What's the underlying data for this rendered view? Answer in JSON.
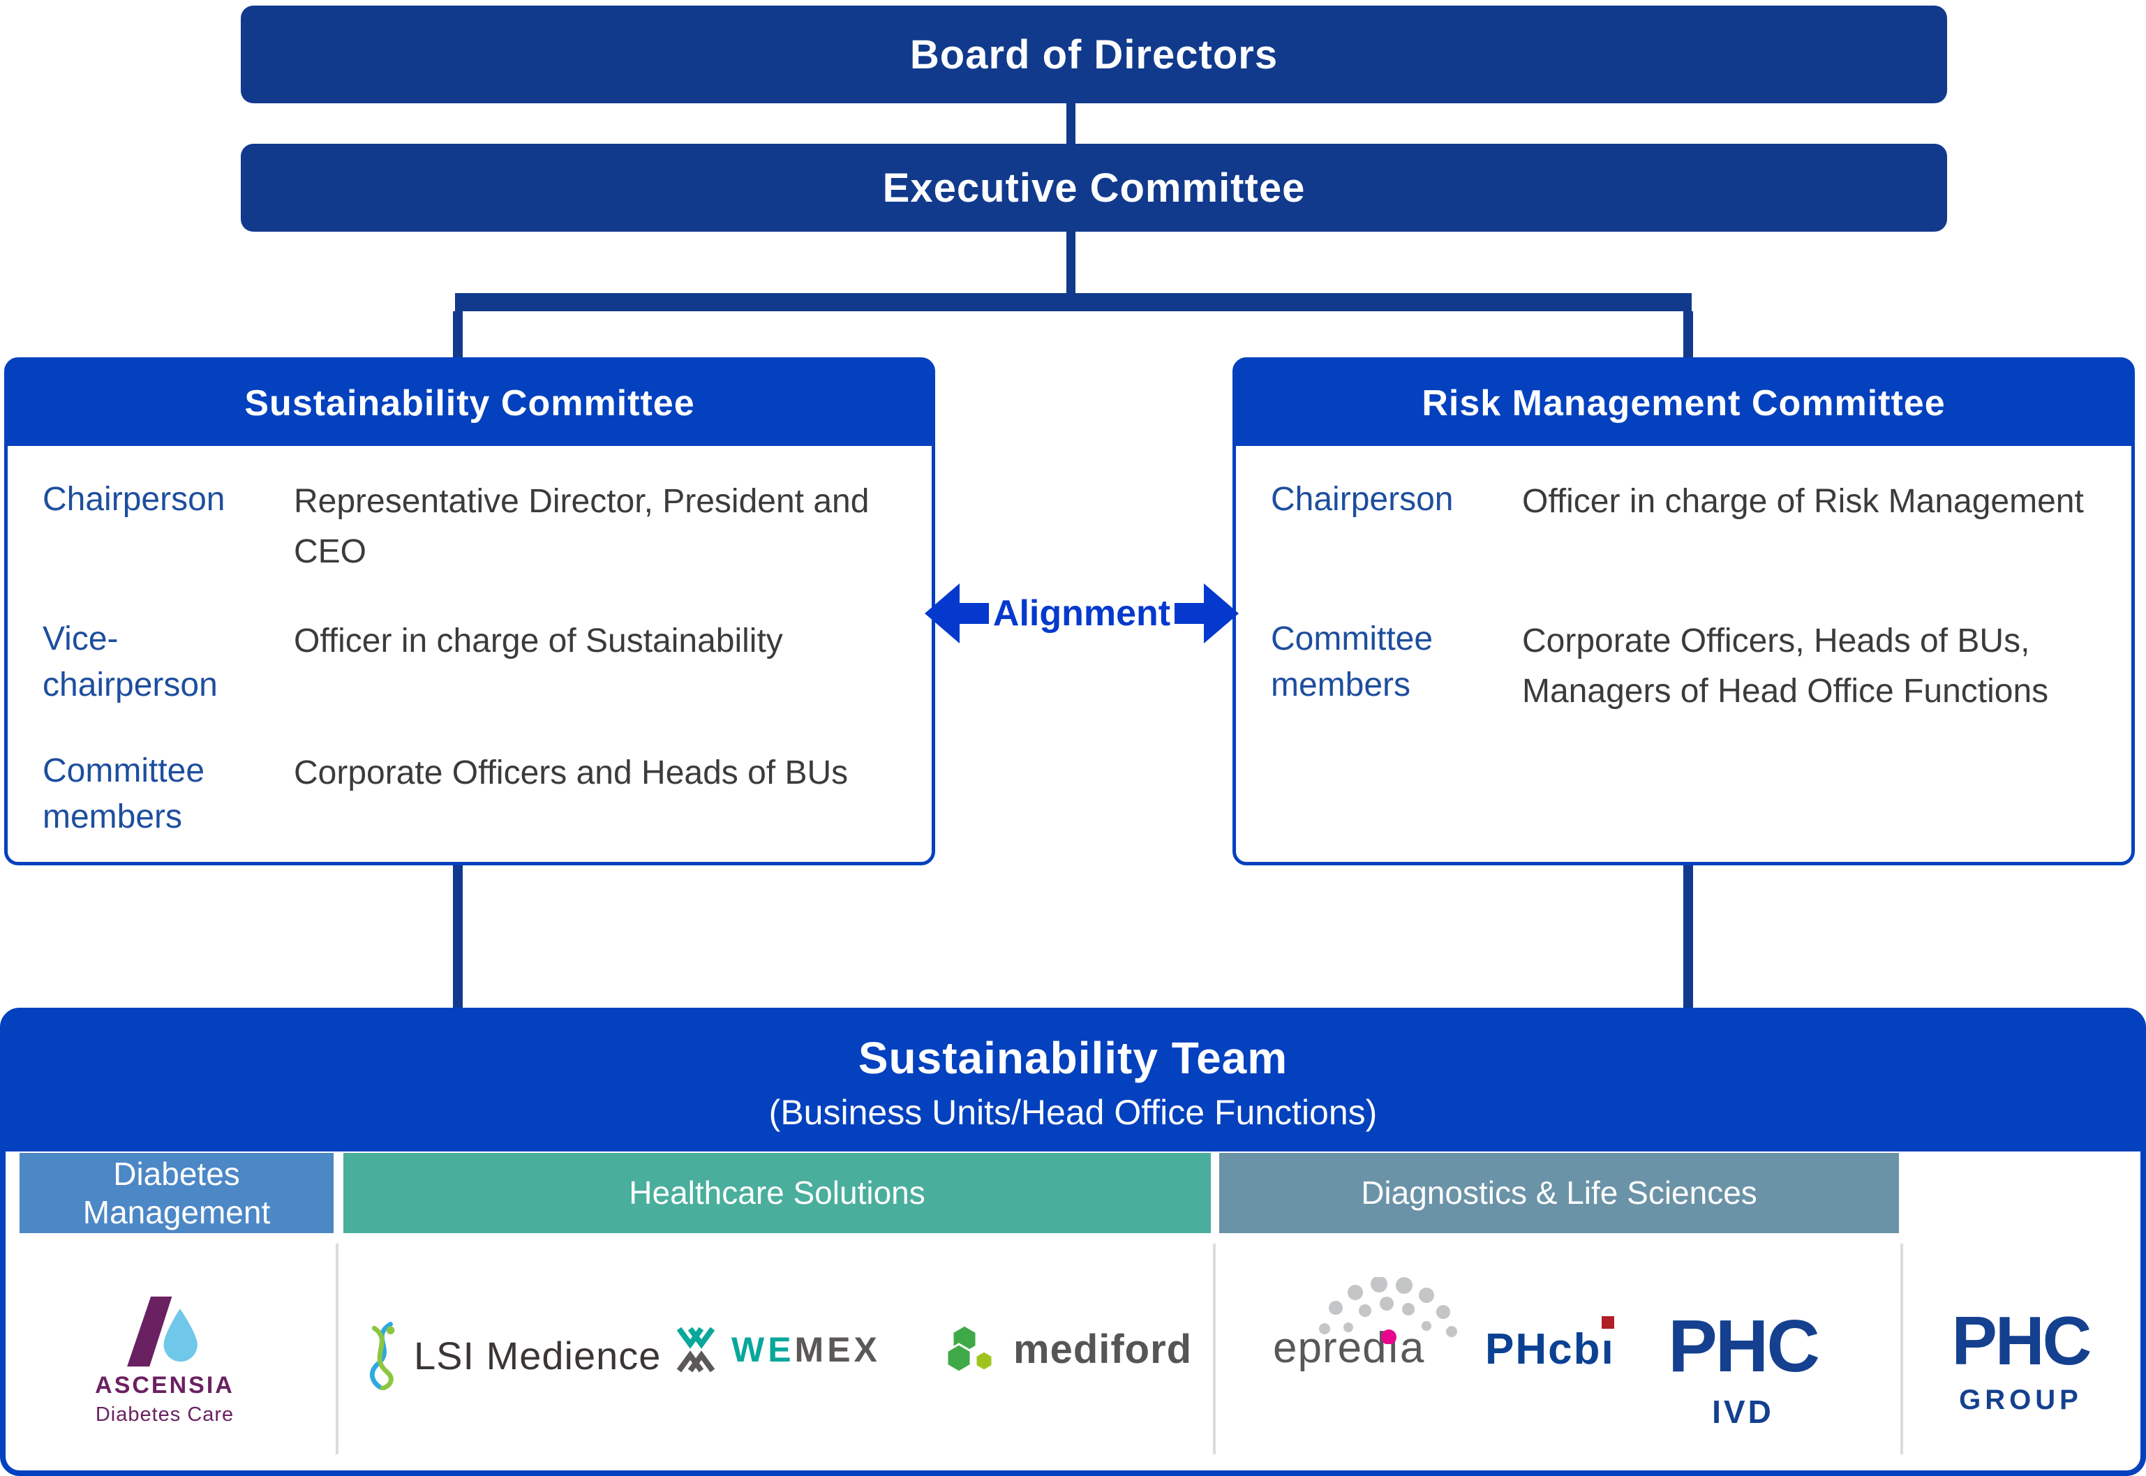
{
  "colors": {
    "navy_bar": "#113A8C",
    "committee_blue": "#0441BE",
    "arrow_blue": "#0539CE",
    "label_blue": "#1D4E9E",
    "body_text": "#3B3B3B",
    "diabetes_bg": "#4C87C6",
    "healthcare_bg": "#4AAE9C",
    "diagnostics_bg": "#6B93A7",
    "ascensia_purple": "#6A2161",
    "ascensia_drop_blue": "#6FC7E9",
    "wemex_teal": "#0AA79B",
    "mediford_green": "#3FA948",
    "epredia_magenta": "#E8068C",
    "phc_navy": "#14408F",
    "phcbi_red": "#B01E28"
  },
  "board": {
    "title": "Board of Directors"
  },
  "executive": {
    "title": "Executive Committee"
  },
  "alignment": {
    "label": "Alignment"
  },
  "sustainability_committee": {
    "title": "Sustainability Committee",
    "rows": [
      {
        "label": "Chairperson",
        "value": "Representative Director, President and CEO"
      },
      {
        "label": "Vice-chairperson",
        "value": "Officer in charge of Sustainability"
      },
      {
        "label": "Committee members",
        "value": "Corporate Officers and Heads of BUs"
      }
    ]
  },
  "risk_committee": {
    "title": "Risk Management Committee",
    "rows": [
      {
        "label": "Chairperson",
        "value": "Officer in charge of Risk Management"
      },
      {
        "label": "Committee members",
        "value": "Corporate Officers, Heads of BUs, Managers of Head Office Functions"
      }
    ]
  },
  "team": {
    "title": "Sustainability Team",
    "subtitle": "(Business Units/Head Office Functions)",
    "sections": [
      {
        "label": "Diabetes Management"
      },
      {
        "label": "Healthcare Solutions"
      },
      {
        "label": "Diagnostics & Life Sciences"
      }
    ]
  },
  "logos": {
    "ascensia": {
      "name": "ASCENSIA",
      "sub": "Diabetes Care"
    },
    "lsi": {
      "name": "LSI Medience"
    },
    "wemex": {
      "we": "WE",
      "mex": "MEX"
    },
    "mediford": {
      "name": "mediford"
    },
    "epredia": {
      "prefix": "epred",
      "i": "ı",
      "suffix": "a"
    },
    "phcbi": {
      "prefix": "PHcb",
      "i": "ı"
    },
    "phc_ivd": {
      "top": "PHC",
      "bottom": "IVD"
    },
    "phc_group": {
      "top": "PHC",
      "bottom": "GROUP"
    }
  }
}
